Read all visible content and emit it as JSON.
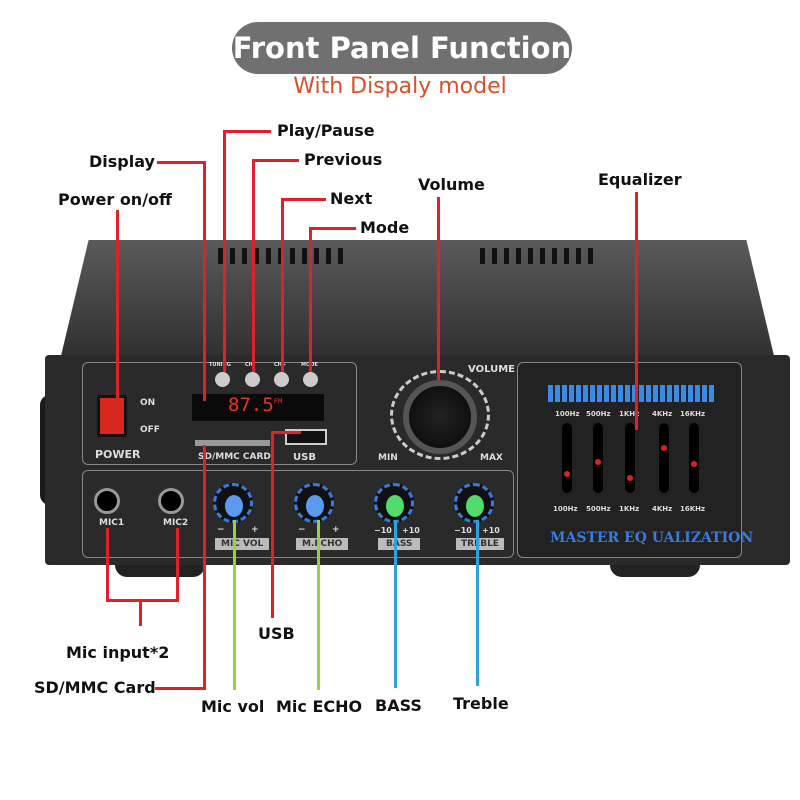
{
  "title": "Front Panel Function",
  "subtitle": "With Dispaly model",
  "labels": {
    "play_pause": "Play/Pause",
    "previous": "Previous",
    "next": "Next",
    "mode": "Mode",
    "display": "Display",
    "power": "Power on/off",
    "volume": "Volume",
    "equalizer": "Equalizer",
    "usb": "USB",
    "mic_input": "Mic input*2",
    "sd_card": "SD/MMC Card",
    "mic_vol": "Mic vol",
    "mic_echo": "Mic ECHO",
    "bass": "BASS",
    "treble": "Treble"
  },
  "device": {
    "power": "POWER",
    "on": "ON",
    "off": "OFF",
    "display_value": "87.5",
    "fm": "FM",
    "sd_label": "SD/MMC CARD",
    "usb_label": "USB",
    "volume": "VOLUME",
    "min": "MIN",
    "max": "MAX",
    "mic1": "MIC1",
    "mic2": "MIC2",
    "mic_vol": "MIC VOL",
    "m_echo": "M.ECHO",
    "bass": "BASS",
    "treble": "TREBLE",
    "minus": "−",
    "plus": "+",
    "m10": "−10",
    "p10": "+10",
    "eq_freqs": [
      "100Hz",
      "500Hz",
      "1KHz",
      "4KHz",
      "16KHz"
    ],
    "eq_title": "MASTER EQ UALIZATION",
    "buttons": [
      "TUNING",
      "CH-",
      "CH+",
      "MODE"
    ]
  },
  "colors": {
    "callout_red": "#e0202a",
    "mic_line": "#9ad23c",
    "tone_line": "#2aa4e0"
  }
}
